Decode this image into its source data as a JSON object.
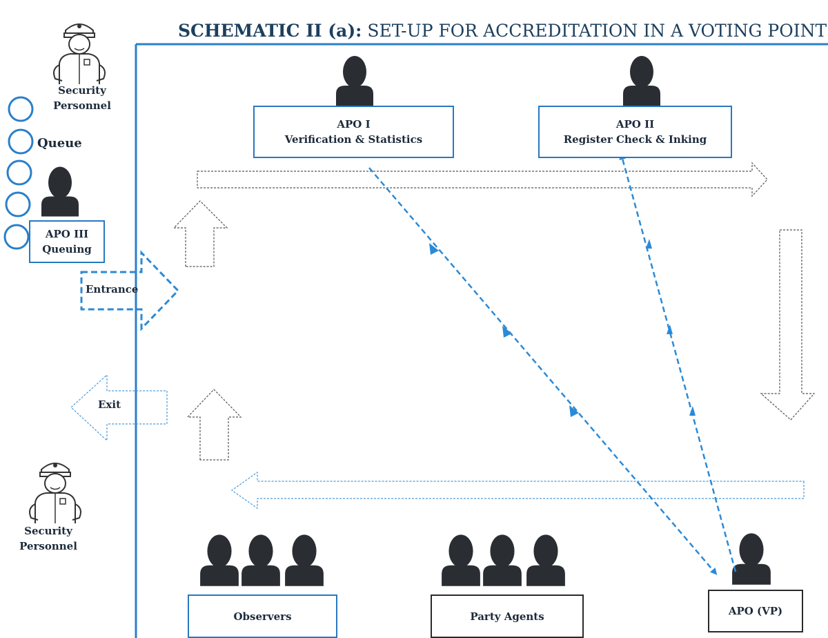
{
  "title": {
    "bold": "SCHEMATIC II (a):",
    "rest": " SET-UP FOR ACCREDITATION IN A VOTING POINT"
  },
  "stations": {
    "apo1": {
      "line1": "APO I",
      "line2": "Verification & Statistics"
    },
    "apo2": {
      "line1": "APO II",
      "line2": "Register Check & Inking"
    },
    "apo3": {
      "line1": "APO III",
      "line2": "Queuing"
    },
    "apovp": {
      "label": "APO (VP)"
    }
  },
  "groups": {
    "observers": "Observers",
    "party_agents": "Party Agents"
  },
  "security_top": {
    "line1": "Security",
    "line2": "Personnel"
  },
  "security_bottom": {
    "line1": "Security",
    "line2": "Personnel"
  },
  "queue_label": "Queue",
  "entrance_label": "Entrance",
  "exit_label": "Exit",
  "colors": {
    "wall": "#2a7fc9",
    "flow_dashed": "#2b8ad6",
    "silhouette": "#2a2e33",
    "text": "#1c2a3a"
  },
  "icons": [
    "person-silhouette-icon",
    "police-officer-icon",
    "arrow-outline-icon",
    "queue-circle-icon"
  ]
}
